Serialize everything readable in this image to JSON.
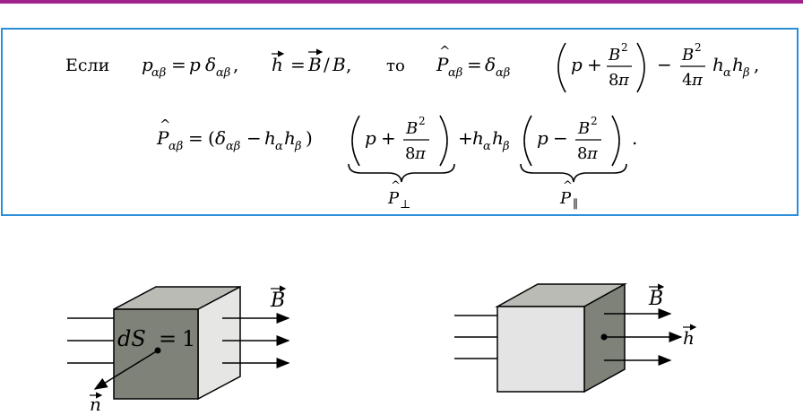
{
  "header": {
    "accent_color": "#a0228c"
  },
  "formula_box": {
    "border_color": "#2a8fd8",
    "line1": {
      "esli": "Если",
      "p_ab_def": "p_{αβ} = p δ_{αβ},",
      "h_def": "h⃗ = B⃗/B,",
      "to": "то",
      "P_hat_def": "P̂_{αβ} = δ_{αβ} (p + B²/8π) − B²/4π h_α h_β,"
    },
    "line2": {
      "P_hat_decomp": "P̂_{αβ} = (δ_{αβ} − h_α h_β) (p + B²/8π) + h_α h_β (p − B²/8π).",
      "brace_label_perp": "P̂⊥",
      "brace_label_par": "P̂∥"
    }
  },
  "figure_left": {
    "cube_label": "dS = 1",
    "field_label": "B⃗",
    "normal_label": "n⃗",
    "front_face_color": "#7f8278",
    "side_face_color": "#e6e6e4",
    "top_face_color": "#b9bbb4"
  },
  "figure_right": {
    "field_label": "B⃗",
    "direction_label": "h⃗",
    "front_face_color": "#e4e4e4",
    "side_face_color": "#7f8278",
    "top_face_color": "#b9bbb4"
  }
}
